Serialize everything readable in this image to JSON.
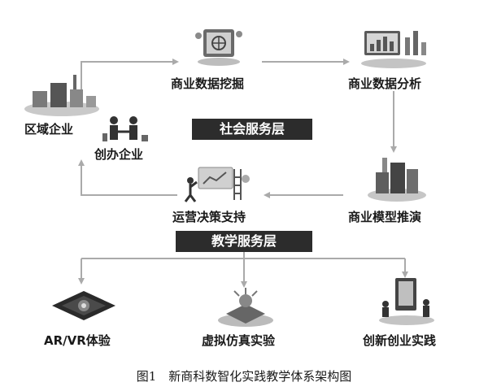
{
  "nodes": {
    "regional_enterprise": "区域企业",
    "startup_enterprise": "创办企业",
    "data_mining": "商业数据挖掘",
    "data_analysis": "商业数据分析",
    "model_deduction": "商业模型推演",
    "decision_support": "运营决策支持",
    "ar_vr": "AR/VR体验",
    "virtual_sim": "虚拟仿真实验",
    "innovation_practice": "创新创业实践"
  },
  "layers": {
    "social_service": "社会服务层",
    "teaching_service": "教学服务层"
  },
  "caption": "图1　新商科数智化实践教学体系架构图",
  "colors": {
    "arrow": "#aaaaaa",
    "layer_bg": "#2c2c2c",
    "text": "#1a1a1a"
  }
}
